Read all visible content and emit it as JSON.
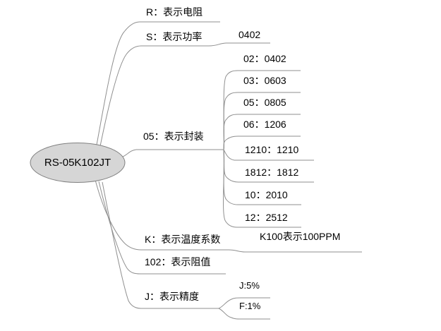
{
  "root": {
    "label": "RS-05K102JT"
  },
  "branches": {
    "r": {
      "label": "R：表示电阻"
    },
    "s": {
      "label": "S：表示功率",
      "child": {
        "label": "0402"
      }
    },
    "pkg": {
      "label": "05：表示封装",
      "children": [
        {
          "label": "02：0402"
        },
        {
          "label": "03：0603"
        },
        {
          "label": "05：0805"
        },
        {
          "label": "06：1206"
        },
        {
          "label": "1210：1210"
        },
        {
          "label": "1812：1812"
        },
        {
          "label": "10：2010"
        },
        {
          "label": "12：2512"
        }
      ]
    },
    "k": {
      "label": "K：表示温度系数",
      "child": {
        "label": "K100表示100PPM"
      }
    },
    "res": {
      "label": "102：表示阻值"
    },
    "j": {
      "label": "J：表示精度",
      "children": [
        {
          "label": "J:5%"
        },
        {
          "label": "F:1%"
        }
      ]
    }
  },
  "colors": {
    "line": "#8f8f8f",
    "node_fill": "#d6d6d6",
    "node_stroke": "#7f7f7f",
    "text": "#000000",
    "background": "#ffffff"
  }
}
